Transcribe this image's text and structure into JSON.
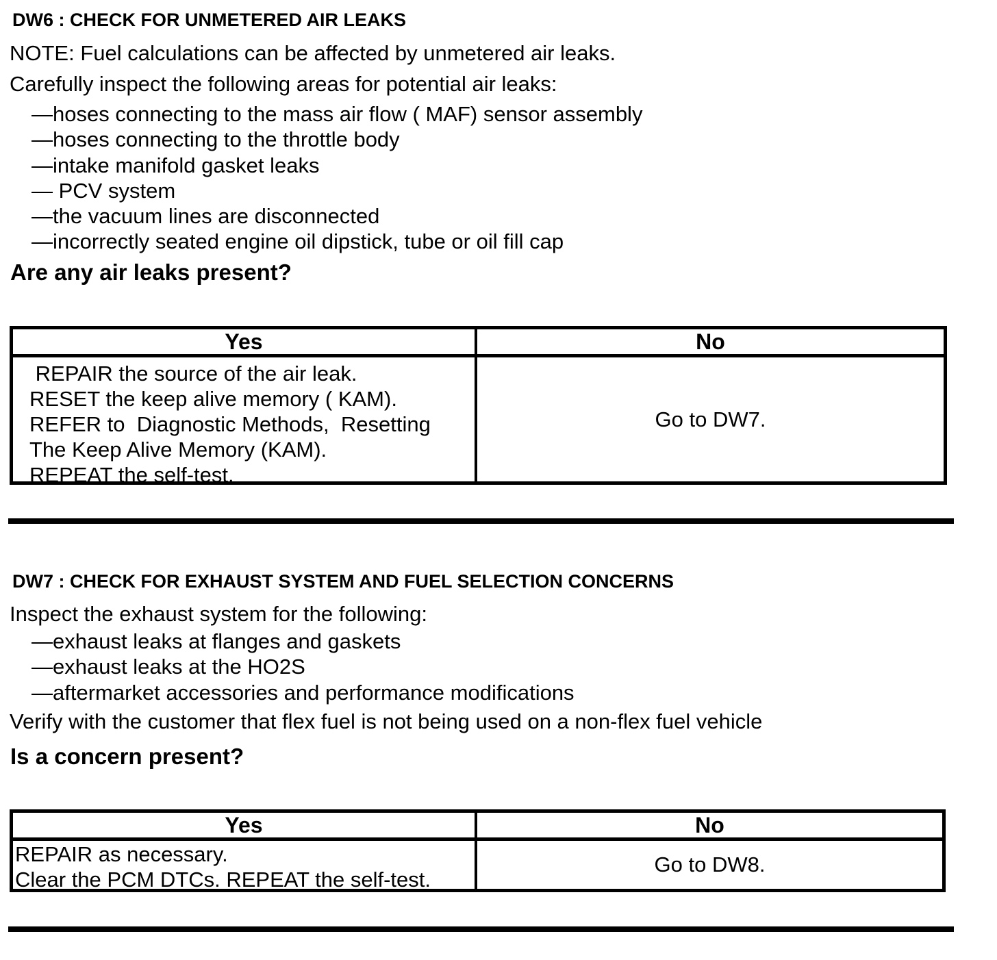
{
  "page": {
    "background": "#ffffff",
    "text_color": "#000000"
  },
  "sections": [
    {
      "id": "DW6",
      "title": "DW6 : CHECK FOR UNMETERED AIR LEAKS",
      "note": "NOTE: Fuel calculations can be affected by unmetered air leaks.",
      "intro": "Carefully inspect the following areas for potential air leaks:",
      "list": [
        "—hoses connecting to the mass air flow ( MAF) sensor assembly",
        "—hoses connecting to the throttle body",
        "—intake manifold gasket leaks",
        "— PCV system",
        "—the vacuum lines are disconnected",
        "—incorrectly seated engine oil dipstick, tube or oil fill cap"
      ],
      "question": "Are any air leaks present?",
      "table": {
        "yes_header": "Yes",
        "no_header": "No",
        "yes_lines": [
          " REPAIR the source of the air leak.",
          "RESET the keep alive memory ( KAM).",
          "REFER to  Diagnostic Methods,  Resetting",
          "The Keep Alive Memory (KAM).",
          "REPEAT the self-test."
        ],
        "no_text": "Go to DW7."
      }
    },
    {
      "id": "DW7",
      "title": "DW7 : CHECK FOR EXHAUST SYSTEM AND FUEL SELECTION CONCERNS",
      "intro": "Inspect the exhaust system for the following:",
      "list": [
        "—exhaust leaks at flanges and gaskets",
        "—exhaust leaks at the HO2S",
        "—aftermarket accessories and performance modifications"
      ],
      "verify": "Verify with the customer that flex fuel is not being used on a non-flex fuel vehicle",
      "question": "Is a concern present?",
      "table": {
        "yes_header": "Yes",
        "no_header": "No",
        "yes_lines": [
          "REPAIR as necessary.",
          "Clear the PCM DTCs. REPEAT the self-test."
        ],
        "no_text": "Go to DW8."
      }
    }
  ]
}
